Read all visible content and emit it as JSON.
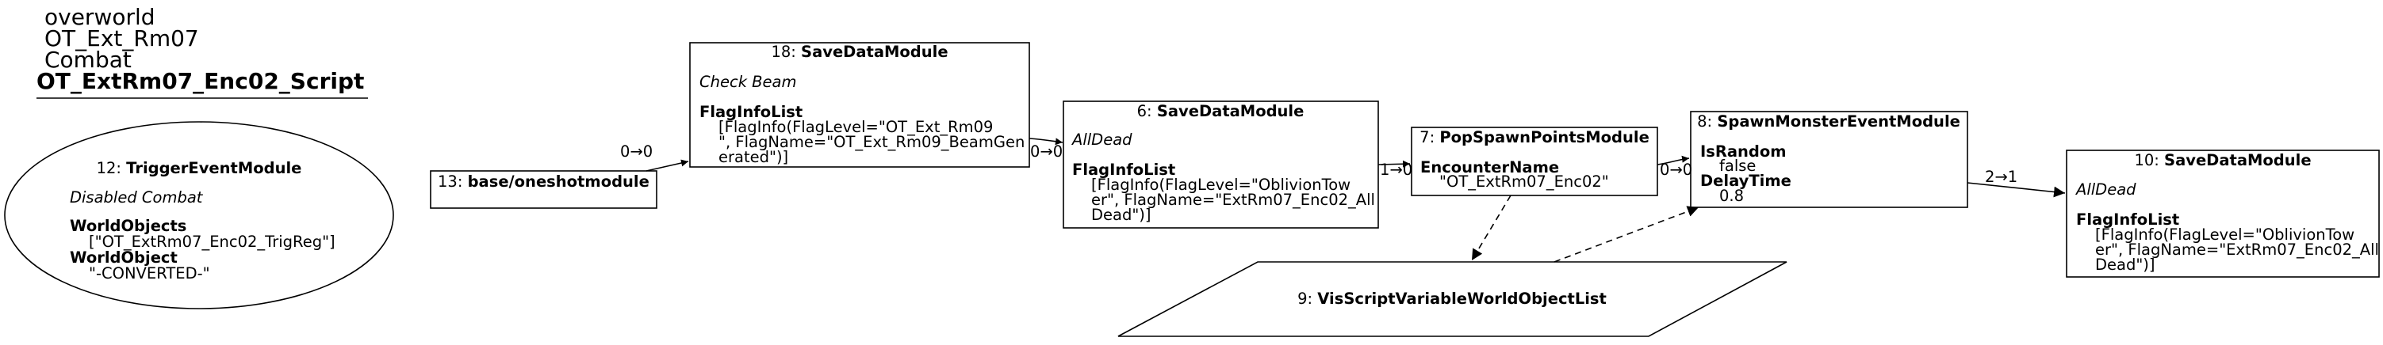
{
  "header": {
    "line1": "overworld",
    "line2": "OT_Ext_Rm07",
    "line3": "Combat",
    "line4": "OT_ExtRm07_Enc02_Script"
  },
  "nodes": {
    "n12": {
      "id": "12: ",
      "type": "TriggerEventModule",
      "subtitle": "Disabled Combat",
      "k1": "WorldObjects",
      "v1": "[\"OT_ExtRm07_Enc02_TrigReg\"]",
      "k2": "WorldObject",
      "v2": "\"-CONVERTED-\""
    },
    "n13": {
      "id": "13: ",
      "type": "base/oneshotmodule"
    },
    "n18": {
      "id": "18: ",
      "type": "SaveDataModule",
      "subtitle": "Check Beam",
      "k1": "FlagInfoList",
      "v1a": "[FlagInfo(FlagLevel=\"OT_Ext_Rm09",
      "v1b": "\", FlagName=\"OT_Ext_Rm09_BeamGen",
      "v1c": "erated\")]"
    },
    "n6": {
      "id": "6: ",
      "type": "SaveDataModule",
      "subtitle": "AllDead",
      "k1": "FlagInfoList",
      "v1a": "[FlagInfo(FlagLevel=\"OblivionTow",
      "v1b": "er\", FlagName=\"ExtRm07_Enc02_All",
      "v1c": "Dead\")]"
    },
    "n7": {
      "id": "7: ",
      "type": "PopSpawnPointsModule",
      "k1": "EncounterName",
      "v1": "\"OT_ExtRm07_Enc02\""
    },
    "n8": {
      "id": "8: ",
      "type": "SpawnMonsterEventModule",
      "k1": "IsRandom",
      "v1": "false",
      "k2": "DelayTime",
      "v2": "0.8"
    },
    "n10": {
      "id": "10: ",
      "type": "SaveDataModule",
      "subtitle": "AllDead",
      "k1": "FlagInfoList",
      "v1a": "[FlagInfo(FlagLevel=\"OblivionTow",
      "v1b": "er\", FlagName=\"ExtRm07_Enc02_All",
      "v1c": "Dead\")]"
    },
    "n9": {
      "id": "9: ",
      "type": "VisScriptVariableWorldObjectList"
    }
  },
  "edges": {
    "e13_18": "0→0",
    "e18_6": "0→0",
    "e6_7": "1→0",
    "e7_8": "0→0",
    "e8_10": "2→1"
  }
}
